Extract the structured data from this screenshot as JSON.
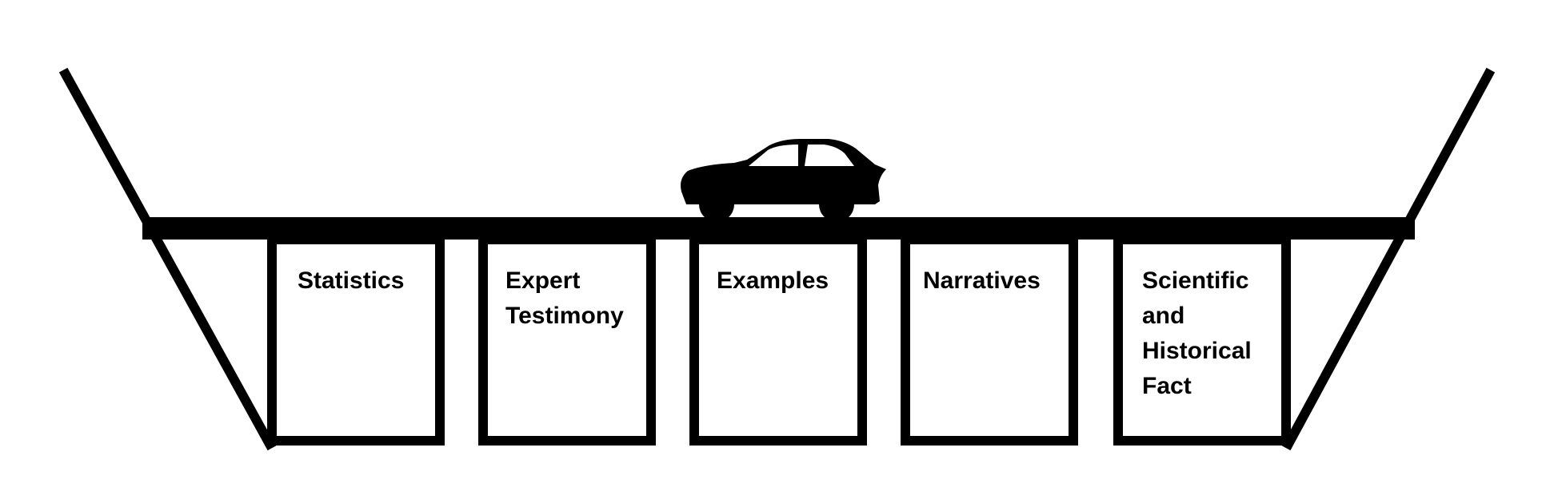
{
  "diagram": {
    "pillars": [
      {
        "lines": [
          "Statistics"
        ]
      },
      {
        "lines": [
          "Expert",
          "Testimony"
        ]
      },
      {
        "lines": [
          "Examples"
        ]
      },
      {
        "lines": [
          "Narratives"
        ]
      },
      {
        "lines": [
          "Scientific",
          "and",
          "Historical",
          "Fact"
        ]
      }
    ],
    "vehicle_icon": "car-icon",
    "colors": {
      "stroke": "#000000",
      "background": "#ffffff"
    }
  }
}
